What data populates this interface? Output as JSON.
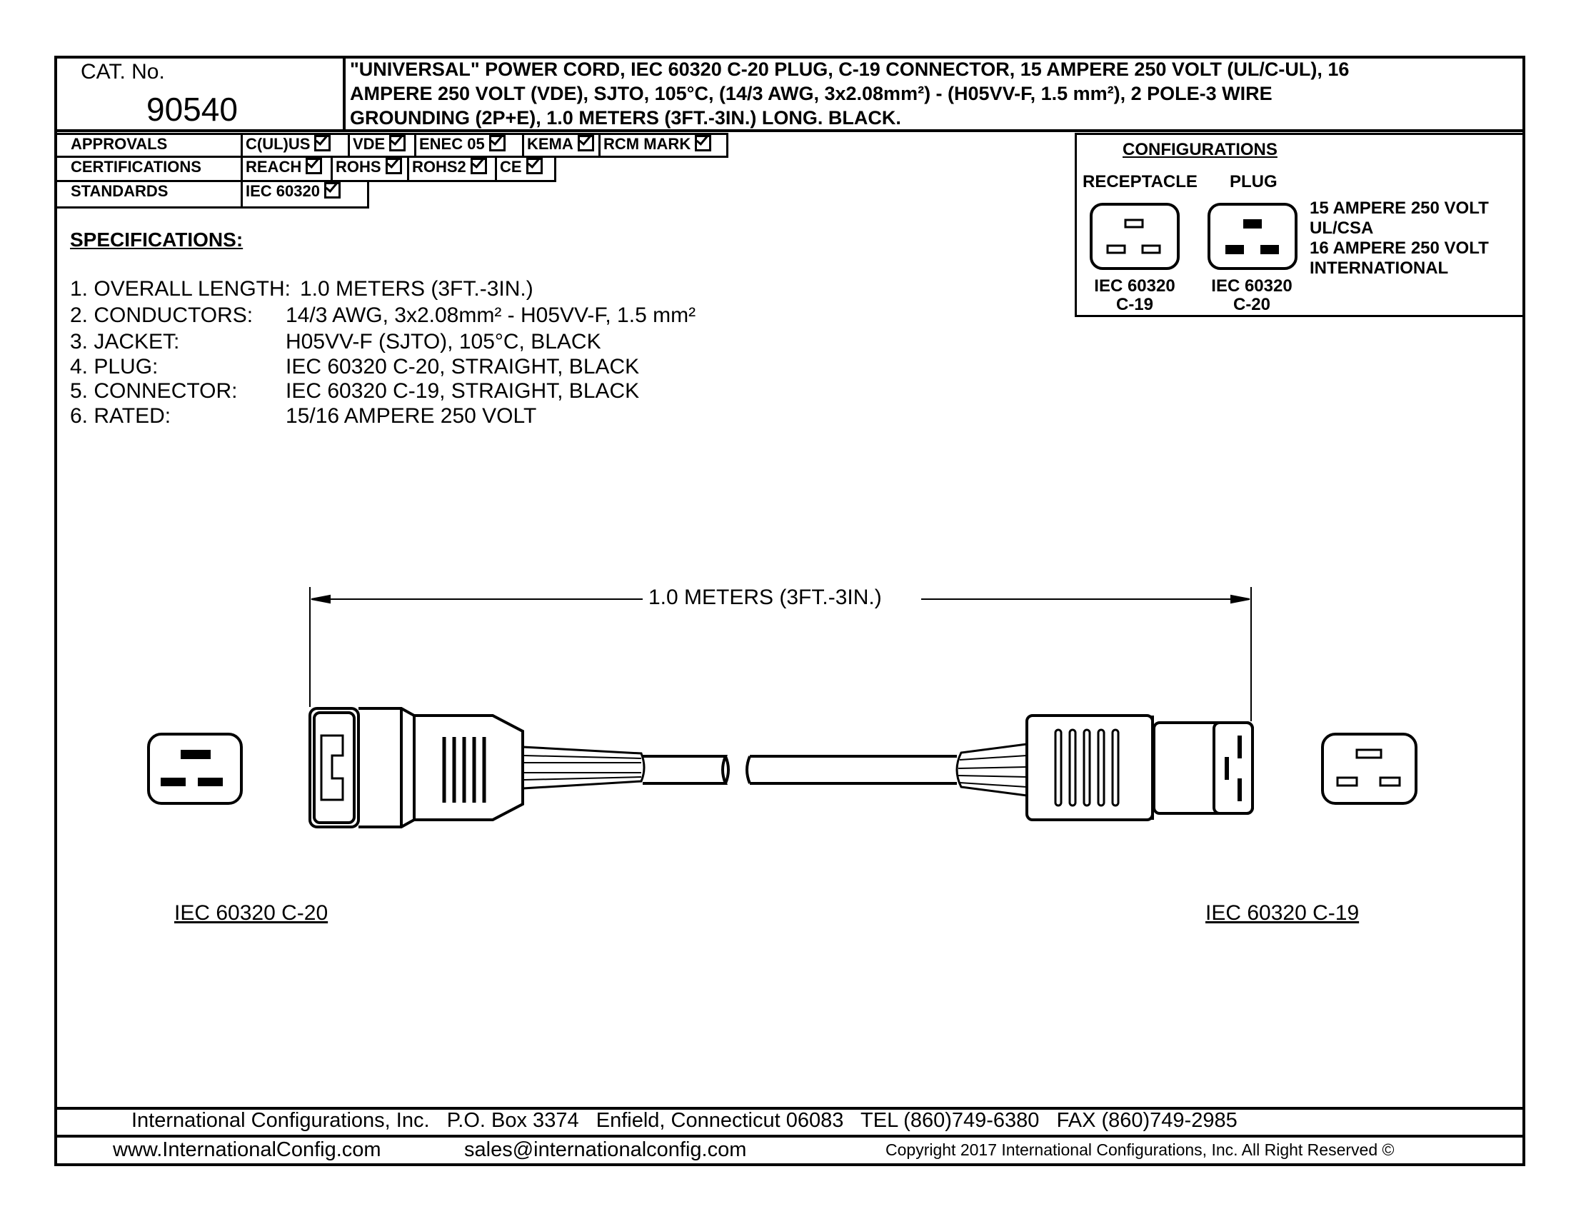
{
  "header": {
    "cat_label": "CAT. No.",
    "cat_number": "90540",
    "description_lines": [
      "\"UNIVERSAL\" POWER CORD, IEC 60320 C-20 PLUG, C-19 CONNECTOR, 15 AMPERE 250 VOLT (UL/C-UL), 16",
      "AMPERE 250 VOLT (VDE), SJTO, 105°C, (14/3 AWG, 3x2.08mm²) - (H05VV-F, 1.5 mm²), 2 POLE-3 WIRE",
      "GROUNDING (2P+E), 1.0 METERS (3FT.-3IN.) LONG. BLACK."
    ]
  },
  "approvals": {
    "label": "APPROVALS",
    "items": [
      "C(UL)US",
      "VDE",
      "ENEC 05",
      "KEMA",
      "RCM MARK"
    ]
  },
  "certifications": {
    "label": "CERTIFICATIONS",
    "items": [
      "REACH",
      "ROHS",
      "ROHS2",
      "CE"
    ]
  },
  "standards": {
    "label": "STANDARDS",
    "items": [
      "IEC 60320"
    ]
  },
  "configurations": {
    "title": "CONFIGURATIONS",
    "receptacle_label": "RECEPTACLE",
    "plug_label": "PLUG",
    "receptacle_std": "IEC 60320",
    "receptacle_type": "C-19",
    "plug_std": "IEC 60320",
    "plug_type": "C-20",
    "ratings": [
      "15 AMPERE 250 VOLT",
      "UL/CSA",
      "16 AMPERE 250 VOLT",
      "INTERNATIONAL"
    ]
  },
  "specifications": {
    "title": "SPECIFICATIONS:",
    "items": [
      {
        "label": "1. OVERALL LENGTH:",
        "value": "1.0 METERS (3FT.-3IN.)"
      },
      {
        "label": "2. CONDUCTORS:",
        "value": "14/3 AWG, 3x2.08mm² - H05VV-F, 1.5 mm²"
      },
      {
        "label": "3. JACKET:",
        "value": "H05VV-F (SJTO), 105°C, BLACK"
      },
      {
        "label": "4. PLUG:",
        "value": "IEC 60320 C-20, STRAIGHT, BLACK"
      },
      {
        "label": "5. CONNECTOR:",
        "value": "IEC 60320 C-19, STRAIGHT, BLACK"
      },
      {
        "label": "6. RATED:",
        "value": "15/16 AMPERE 250 VOLT"
      }
    ]
  },
  "drawing": {
    "dimension": "1.0 METERS (3FT.-3IN.)",
    "left_label": "IEC 60320 C-20",
    "right_label": "IEC 60320 C-19"
  },
  "footer": {
    "line1": "International Configurations, Inc.   P.O. Box 3374   Enfield, Connecticut 06083   TEL (860)749-6380   FAX (860)749-2985",
    "website": "www.InternationalConfig.com",
    "email": "sales@internationalconfig.com",
    "copyright": "Copyright 2017 International Configurations, Inc. All Right Reserved ©"
  }
}
